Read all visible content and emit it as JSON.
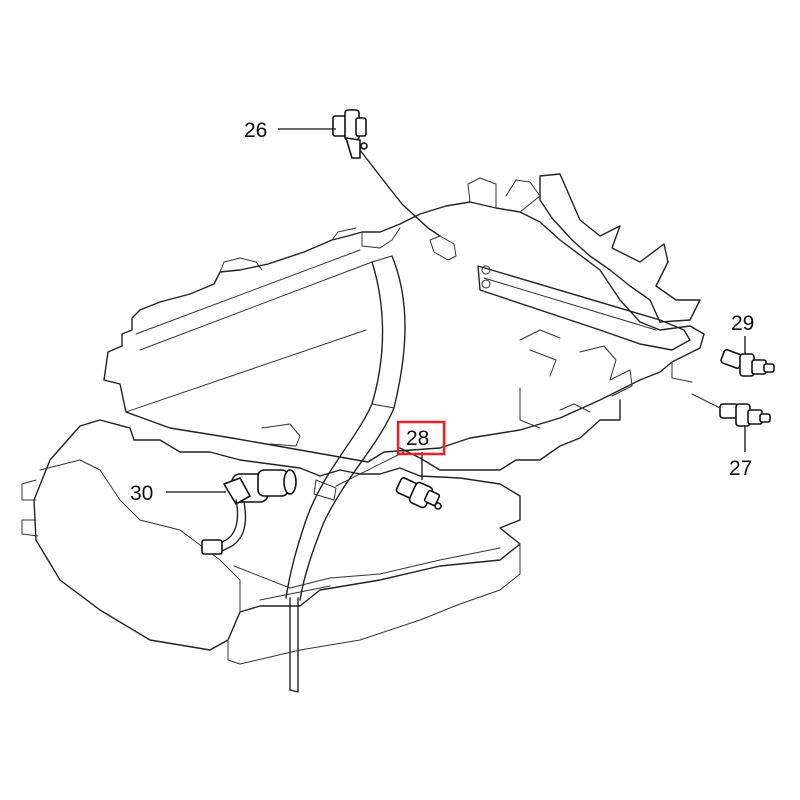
{
  "callouts": [
    {
      "id": "26",
      "label": "26"
    },
    {
      "id": "27",
      "label": "27"
    },
    {
      "id": "28",
      "label": "28",
      "highlighted": true
    },
    {
      "id": "29",
      "label": "29"
    },
    {
      "id": "30",
      "label": "30"
    }
  ],
  "colors": {
    "line": "#222222",
    "highlight": "#e8202a",
    "background": "#ffffff"
  }
}
